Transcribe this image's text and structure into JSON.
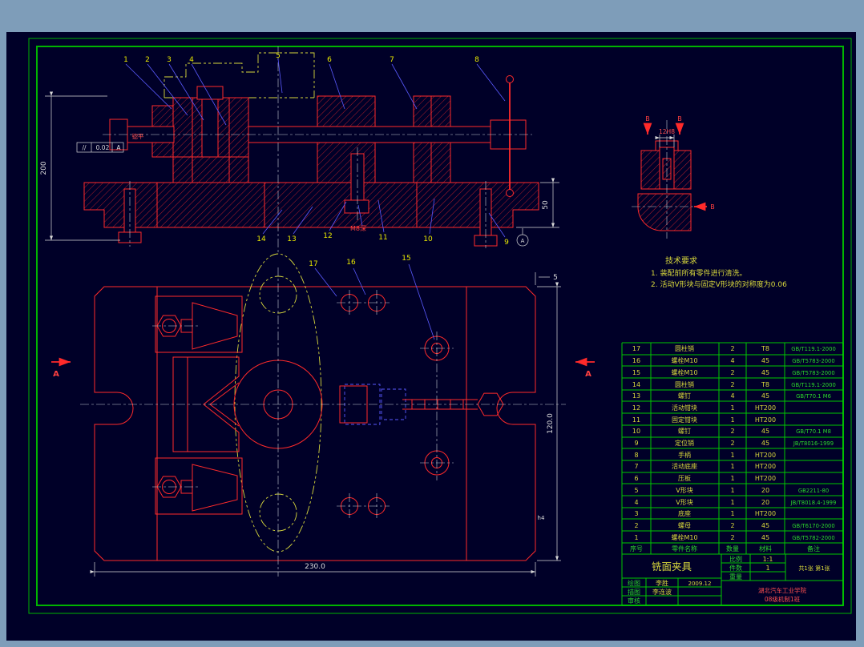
{
  "sheet": {
    "background": "#7e9db9",
    "canvas": "#000028",
    "frame_color": "#00b400"
  },
  "callouts": {
    "front_top": [
      "1",
      "2",
      "3",
      "4",
      "5",
      "6",
      "7",
      "8"
    ],
    "front_bottom": [
      "14",
      "13",
      "12",
      "11",
      "10",
      "9"
    ],
    "plan": [
      "17",
      "16",
      "15"
    ]
  },
  "annotations": {
    "thread_callout": "M8深",
    "spotface": "锪平",
    "tol_symbol": "//",
    "tol_value": "0.02",
    "tol_datum": "A",
    "datum_flag": "A",
    "section_label": "A",
    "detail_label": "B",
    "dim_front_height": "200",
    "dim_front_width": "50",
    "dim_plan_width": "230.0",
    "dim_plan_height": "120.0",
    "dim_chamfer": "5",
    "dim_detail_hole": "12H8",
    "finish_mark": "h4"
  },
  "tech_requirements": {
    "title": "技术要求",
    "line1": "1. 装配前所有零件进行清洗。",
    "line2": "2. 活动V形块与固定V形块的对称度为0.06"
  },
  "bom": {
    "headers": {
      "no": "序号",
      "name": "零件名称",
      "qty": "数量",
      "material": "材料",
      "remark": "备注"
    },
    "rows": [
      {
        "no": "17",
        "name": "圆柱销",
        "qty": "2",
        "material": "T8",
        "remark": "GB/T119.1-2000"
      },
      {
        "no": "16",
        "name": "螺栓M10",
        "qty": "4",
        "material": "45",
        "remark": "GB/T5783-2000"
      },
      {
        "no": "15",
        "name": "螺栓M10",
        "qty": "2",
        "material": "45",
        "remark": "GB/T5783-2000"
      },
      {
        "no": "14",
        "name": "圆柱销",
        "qty": "2",
        "material": "T8",
        "remark": "GB/T119.1-2000"
      },
      {
        "no": "13",
        "name": "螺钉",
        "qty": "4",
        "material": "45",
        "remark": "GB/T70.1 M6"
      },
      {
        "no": "12",
        "name": "活动钳块",
        "qty": "1",
        "material": "HT200",
        "remark": ""
      },
      {
        "no": "11",
        "name": "固定钳块",
        "qty": "1",
        "material": "HT200",
        "remark": ""
      },
      {
        "no": "10",
        "name": "螺钉",
        "qty": "2",
        "material": "45",
        "remark": "GB/T70.1 M8"
      },
      {
        "no": "9",
        "name": "定位销",
        "qty": "2",
        "material": "45",
        "remark": "JB/T8016-1999"
      },
      {
        "no": "8",
        "name": "手柄",
        "qty": "1",
        "material": "HT200",
        "remark": ""
      },
      {
        "no": "7",
        "name": "活动底座",
        "qty": "1",
        "material": "HT200",
        "remark": ""
      },
      {
        "no": "6",
        "name": "压板",
        "qty": "1",
        "material": "HT200",
        "remark": ""
      },
      {
        "no": "5",
        "name": "V形块",
        "qty": "1",
        "material": "20",
        "remark": "GB2211-80"
      },
      {
        "no": "4",
        "name": "V形块",
        "qty": "1",
        "material": "20",
        "remark": "JB/T8018.4-1999"
      },
      {
        "no": "3",
        "name": "底座",
        "qty": "1",
        "material": "HT200",
        "remark": ""
      },
      {
        "no": "2",
        "name": "螺母",
        "qty": "2",
        "material": "45",
        "remark": "GB/T6170-2000"
      },
      {
        "no": "1",
        "name": "螺栓M10",
        "qty": "2",
        "material": "45",
        "remark": "GB/T5782-2000"
      }
    ]
  },
  "title_block": {
    "part_name": "铣面夹具",
    "scale_label": "比例",
    "scale_value": "1:1",
    "qty_label": "件数",
    "qty_value": "1",
    "weight_label": "重量",
    "sheet_info": "共1张 第1张",
    "drawn_label": "绘图",
    "drawn_name": "李胜",
    "drawn_date": "2009.12",
    "traced_label": "描图",
    "traced_name": "李连波",
    "checked_label": "审核",
    "org_line1": "湖北汽车工业学院",
    "org_line2": "08级机制1班"
  }
}
